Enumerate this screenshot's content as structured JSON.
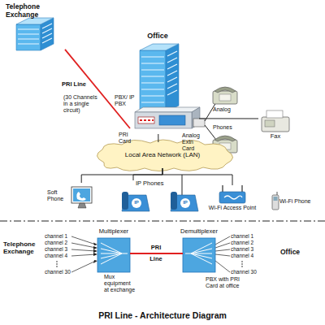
{
  "diagram": {
    "title": "PRI Line - Architecture Diagram",
    "nodes": [
      {
        "text": [
          "Telephone Exchange"
        ]
      },
      {
        "text": [
          "Office"
        ]
      },
      {
        "text": [
          "Fax"
        ]
      },
      {
        "text": [
          "Local Area Network (LAN)"
        ]
      },
      {
        "text": [
          "Soft Phone"
        ]
      },
      {
        "text": [
          "IP Phones"
        ]
      },
      {
        "text": [
          "Wi-Fi Access Point"
        ]
      },
      {
        "text": [
          "Wi-Fi Phone"
        ]
      },
      {
        "text": [
          "Multiplexer",
          "Mux equipment at exchange"
        ]
      },
      {
        "text": [
          "Demultiplexer",
          "PBX with PRI Card at office"
        ]
      }
    ],
    "edges": [
      {
        "from": 0,
        "to": 1,
        "arrow": "none",
        "label": "PRI Line"
      },
      {
        "from": 1,
        "to": 2,
        "arrow": "none"
      },
      {
        "from": 1,
        "to": 3,
        "arrow": "none"
      },
      {
        "from": 3,
        "to": 4,
        "arrow": "none"
      },
      {
        "from": 3,
        "to": 5,
        "arrow": "none"
      },
      {
        "from": 3,
        "to": 6,
        "arrow": "none"
      },
      {
        "from": 8,
        "to": 9,
        "arrow": "none",
        "label": "PRI Line"
      }
    ],
    "labels": [
      "(30 Channels in a single circuit)",
      "PBX/ IP PBX",
      "PRI Card",
      "Analog",
      "Phones",
      "Analog Extn Card",
      "Telephone Exchange",
      "channel 1",
      "channel 2",
      "channel 3",
      "channel 4",
      "channel 30",
      "channel 1",
      "channel 2",
      "channel 3",
      "channel 4",
      "channel 30",
      "Office",
      "IP",
      "IP"
    ]
  }
}
